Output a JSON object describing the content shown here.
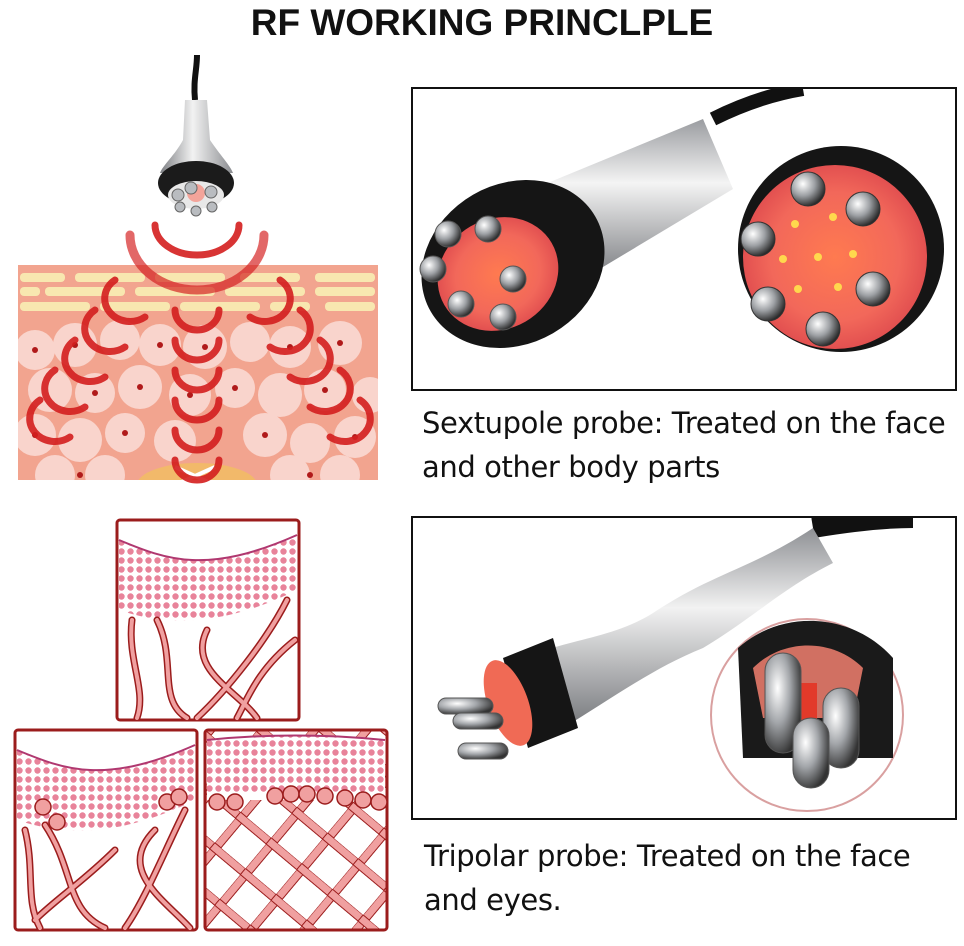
{
  "title": "RF WORKING PRINCLPLE",
  "left_column": {
    "rf_diagram": {
      "icon": "rf-probe-skin-diagram-icon",
      "colors": {
        "skin": "#f2a48f",
        "fat_band": "#f8e7b0",
        "wave": "#d41f1f",
        "cell": "#f9d4cc",
        "nucleus": "#b01a1a"
      }
    },
    "collagen_panels": {
      "count": 3,
      "icon": "collagen-fiber-diagram-icon",
      "colors": {
        "frame": "#9b1c1c",
        "fiber": "#f0a0a0",
        "cells": "#e8839a"
      }
    }
  },
  "products": [
    {
      "name": "Sextupole probe",
      "caption_line1": "Sextupole probe: Treated on the face",
      "caption_line2": "and other body parts",
      "icon": "sextupole-probe-photo-icon"
    },
    {
      "name": "Tripolar probe",
      "caption_line1": "Tripolar probe: Treated on the face",
      "caption_line2": "and eyes.",
      "icon": "tripolar-probe-photo-icon"
    }
  ]
}
